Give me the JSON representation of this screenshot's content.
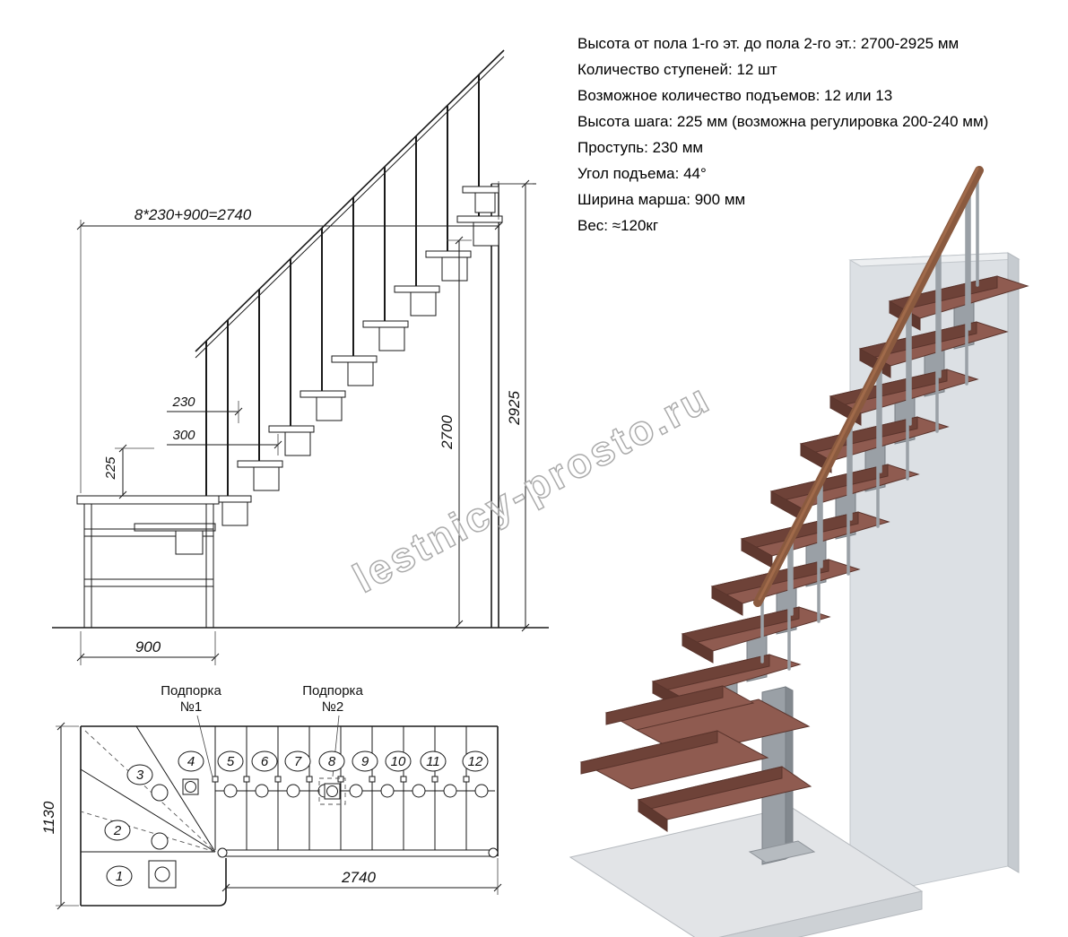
{
  "specs": {
    "lines": [
      "Высота от пола 1-го эт. до пола 2-го эт.: 2700-2925 мм",
      "Количество ступеней: 12 шт",
      "Возможное количество подъемов: 12 или 13",
      "Высота шага: 225 мм (возможна регулировка 200-240 мм)",
      "Проступь: 230 мм",
      "Угол подъема: 44°",
      "Ширина марша: 900 мм",
      "Вес: ≈120кг"
    ]
  },
  "elevation": {
    "dim_top": "8*230+900=2740",
    "dim_right": "2925",
    "dim_floor": "2700",
    "dim_tread": "230",
    "dim_module": "300",
    "dim_rise": "225",
    "dim_width": "900"
  },
  "plan": {
    "support1_line1": "Подпорка",
    "support1_line2": "№1",
    "support2_line1": "Подпорка",
    "support2_line2": "№2",
    "dim_depth": "1130",
    "dim_length": "2740",
    "steps": [
      "1",
      "2",
      "3",
      "4",
      "5",
      "6",
      "7",
      "8",
      "9",
      "10",
      "11",
      "12"
    ]
  },
  "watermark": "lestnicy-prosto.ru",
  "colors": {
    "wood_tread": "#8f5b50",
    "wood_rail": "#8a5a3f",
    "metal": "#9aa0a6",
    "wall": "#dce0e4",
    "drawing_line": "#1a1a1a"
  }
}
